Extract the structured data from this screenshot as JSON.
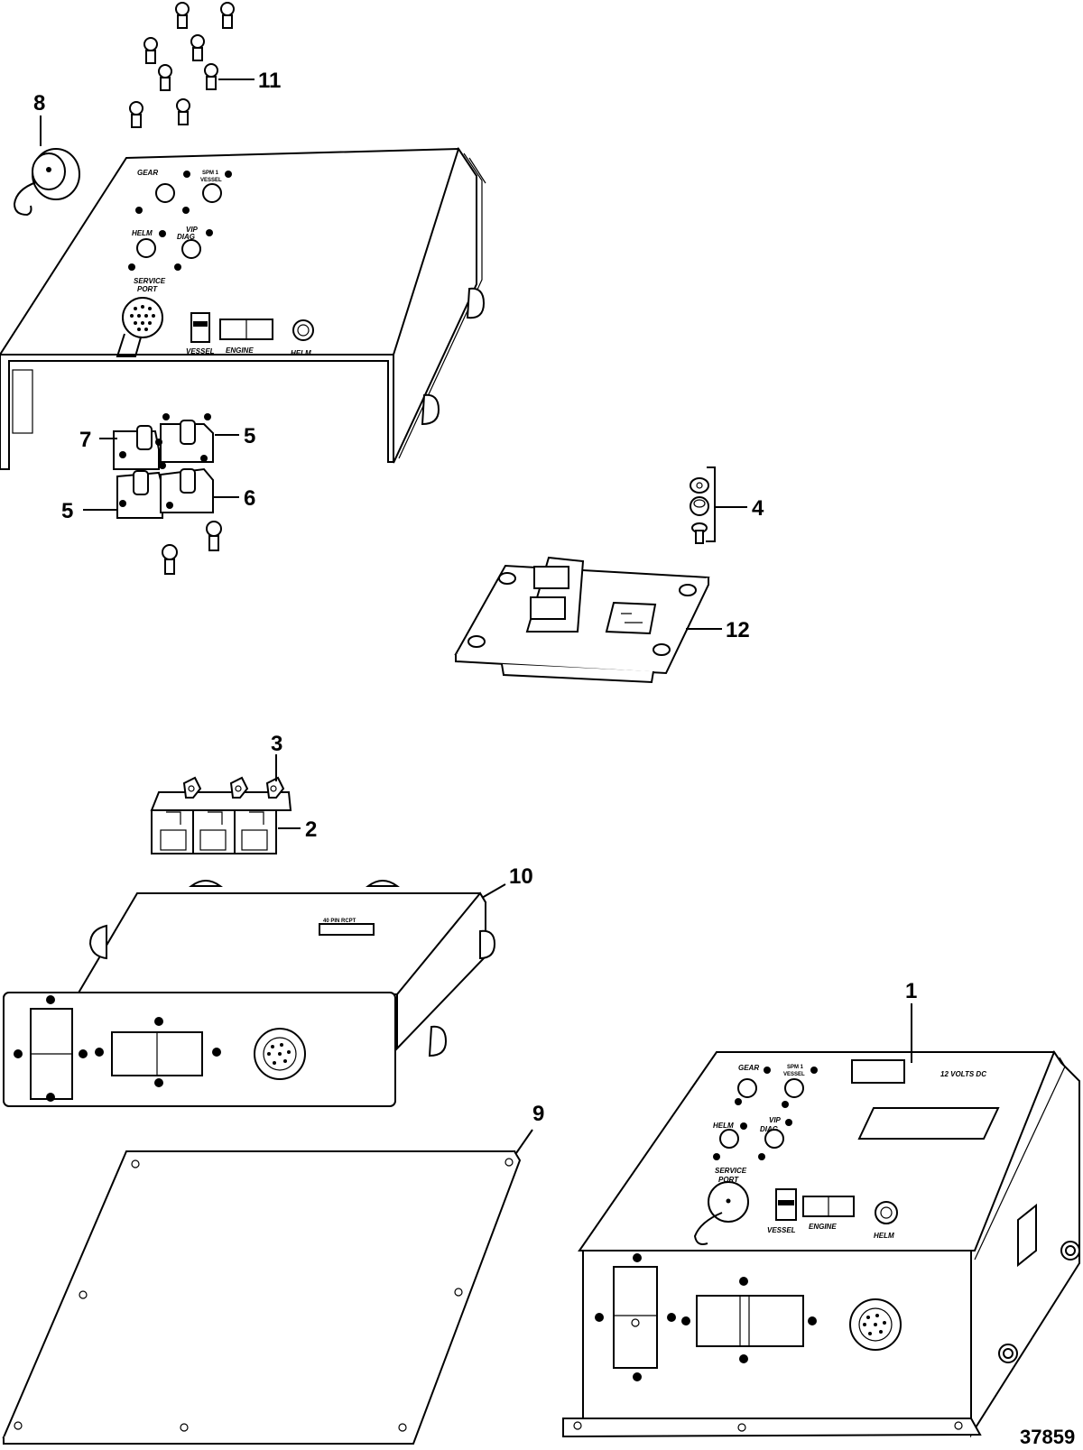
{
  "figure_number": "37859",
  "callouts": {
    "c1": "1",
    "c2": "2",
    "c3": "3",
    "c4": "4",
    "c5a": "5",
    "c5b": "5",
    "c6": "6",
    "c7": "7",
    "c8": "8",
    "c9": "9",
    "c10": "10",
    "c11": "11",
    "c12": "12"
  },
  "cover_labels": {
    "gear": "GEAR",
    "spm": "SPM 1",
    "vessel_top": "VESSEL",
    "helm": "HELM",
    "vip": "VIP",
    "diag": "DIAG",
    "service": "SERVICE",
    "port": "PORT",
    "vessel": "VESSEL",
    "engine": "ENGINE",
    "helm_conn": "HELM"
  },
  "module_labels": {
    "pin_rcpt": "40 PIN RCPT"
  },
  "assembly_labels": {
    "gear": "GEAR",
    "spm": "SPM 1",
    "vessel_top": "VESSEL",
    "helm": "HELM",
    "vip": "VIP",
    "diag": "DIAG",
    "service": "SERVICE",
    "port": "PORT",
    "vessel": "VESSEL",
    "engine": "ENGINE",
    "helm_conn": "HELM",
    "volts": "12 VOLTS DC"
  }
}
